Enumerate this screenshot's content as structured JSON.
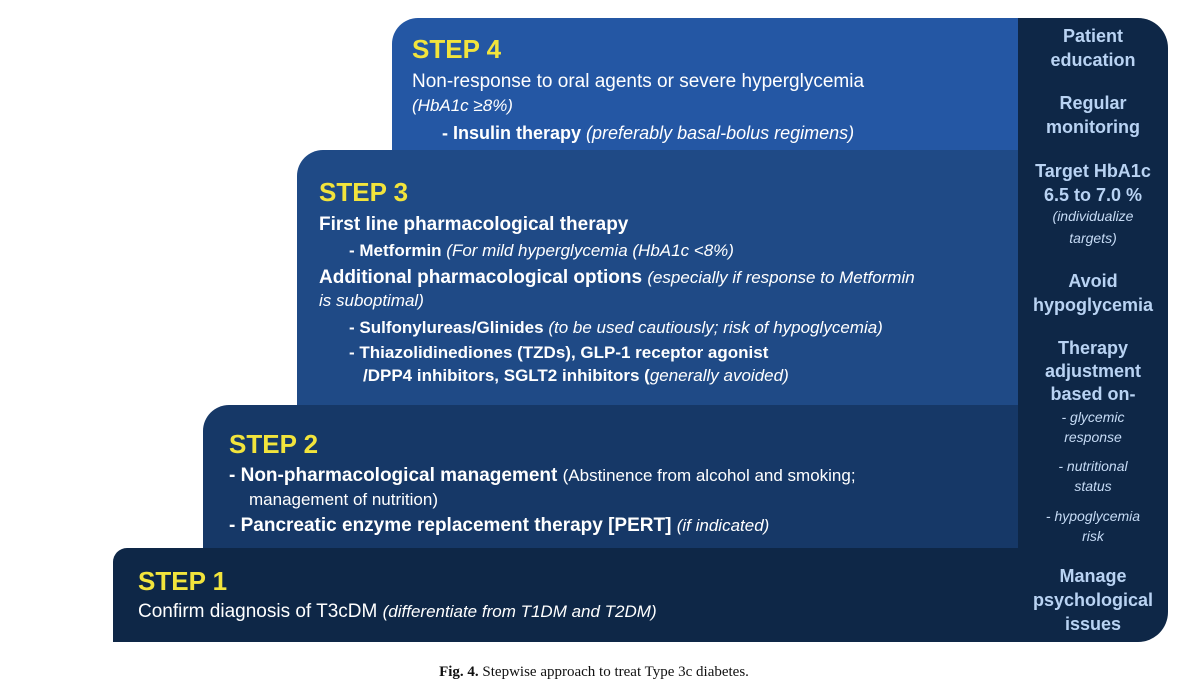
{
  "step4": {
    "title": "STEP 4",
    "line1": "Non-response to oral agents or severe hyperglycemia",
    "line2": "(HbA1c ≥8%)",
    "item_bold": "- Insulin therapy",
    "item_note": "(preferably basal-bolus regimens)"
  },
  "step3": {
    "title": "STEP 3",
    "first_line": "First line pharmacological therapy",
    "metformin_bold": "- Metformin",
    "metformin_note": "(For mild hyperglycemia (HbA1c <8%)",
    "additional_bold": "Additional pharmacological options",
    "additional_note_1": "(especially if response to Metformin",
    "additional_note_2": "is suboptimal)",
    "sulfonylureas_bold": "- Sulfonylureas/Glinides",
    "sulfonylureas_note": "(to be used cautiously; risk of  hypoglycemia)",
    "tzd_line1": "- Thiazolidinediones (TZDs), GLP-1 receptor agonist",
    "tzd_line2_bold": "/DPP4 inhibitors,  SGLT2 inhibitors (",
    "tzd_line2_note": "generally avoided)"
  },
  "step2": {
    "title": "STEP 2",
    "nonpharm_bold": "- Non-pharmacological management",
    "nonpharm_note_1": "(Abstinence from alcohol and smoking;",
    "nonpharm_note_2": "management of  nutrition)",
    "pert_bold": "- Pancreatic enzyme replacement therapy [PERT]",
    "pert_note": "(if indicated)"
  },
  "step1": {
    "title": "STEP 1",
    "confirm": "Confirm diagnosis of T3cDM",
    "confirm_note": "(differentiate from T1DM and T2DM)"
  },
  "sidebar": {
    "patient_1": "Patient",
    "patient_2": "education",
    "regular_1": "Regular",
    "regular_2": "monitoring",
    "target_1": "Target HbA1c",
    "target_2": "6.5 to 7.0 %",
    "target_note_1": "(individualize",
    "target_note_2": "targets)",
    "avoid_1": "Avoid",
    "avoid_2": "hypoglycemia",
    "therapy_1": "Therapy",
    "therapy_2": "adjustment",
    "therapy_3": "based on-",
    "glycemic_1": "- glycemic",
    "glycemic_2": "response",
    "nutritional_1": "- nutritional",
    "nutritional_2": "status",
    "hypo_1": "- hypoglycemia",
    "hypo_2": "risk",
    "manage_1": "Manage",
    "manage_2": "psychological",
    "manage_3": "issues"
  },
  "caption": {
    "label": "Fig. 4.",
    "text": "Stepwise approach to treat Type 3c diabetes."
  },
  "colors": {
    "step4_bg": "#2457a4",
    "step3_bg": "#1f4a86",
    "step2_bg": "#163867",
    "step1_bg": "#0e2747",
    "title_yellow": "#f2e43c",
    "sidebar_text": "#b9d3f3"
  }
}
